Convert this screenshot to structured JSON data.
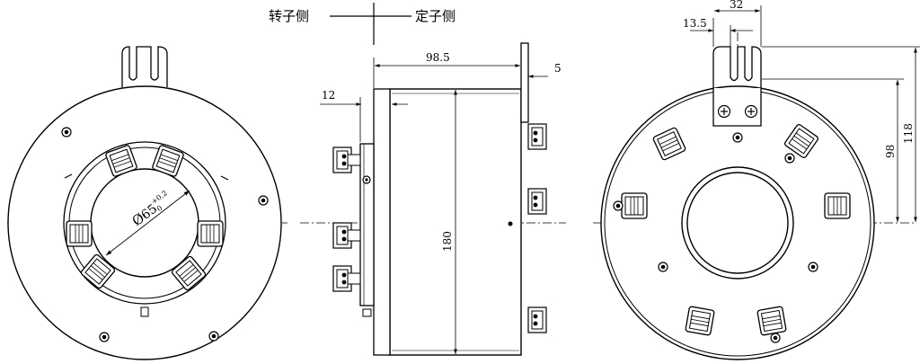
{
  "legend": {
    "rotor_side": "转子侧",
    "stator_side": "定子侧"
  },
  "front_view": {
    "bore_diameter_prefix": "Ø",
    "bore_diameter": "65",
    "bore_tolerance_upper": "+0.2",
    "bore_tolerance_lower": "0"
  },
  "side_view": {
    "body_length": "98.5",
    "flange_thickness": "5",
    "rotor_collar_width": "12",
    "outer_diameter": "180"
  },
  "rear_view": {
    "tab_slot_offset": "13.5",
    "tab_width": "32",
    "tab_to_center": "98",
    "tab_top_to_center": "118"
  }
}
